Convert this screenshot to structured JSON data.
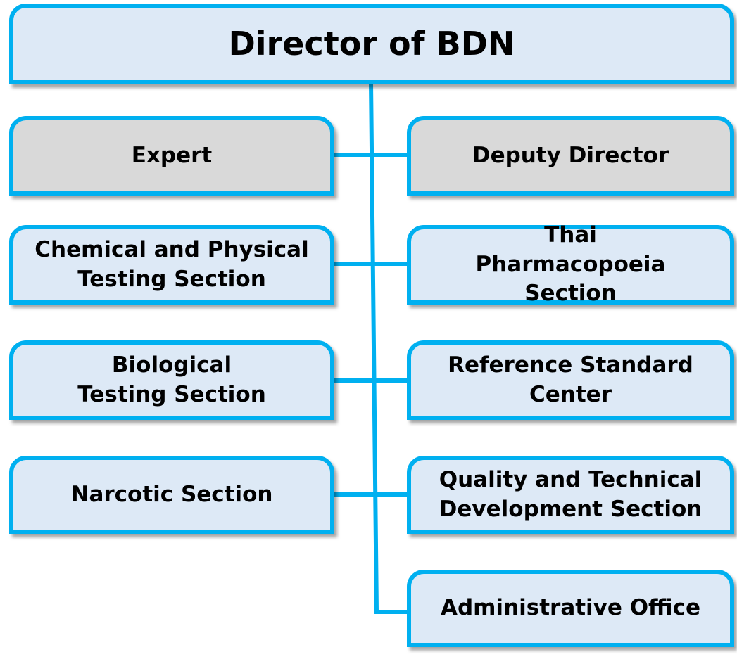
{
  "director": "Director of BDN",
  "left": [
    {
      "label": "Expert"
    },
    {
      "label": "Chemical and Physical Testing Section"
    },
    {
      "label": "Biological Testing Section"
    },
    {
      "label": "Narcotic Section"
    }
  ],
  "right": [
    {
      "label": "Deputy Director"
    },
    {
      "label": "Thai Pharmacopoeia Section"
    },
    {
      "label": "Reference Standard Center"
    },
    {
      "label": "Quality and Technical Development Section"
    },
    {
      "label": "Administrative Office"
    }
  ],
  "colors": {
    "border": "#00b0f0",
    "fill": "#dde9f6",
    "gray": "#d9d9d9"
  }
}
